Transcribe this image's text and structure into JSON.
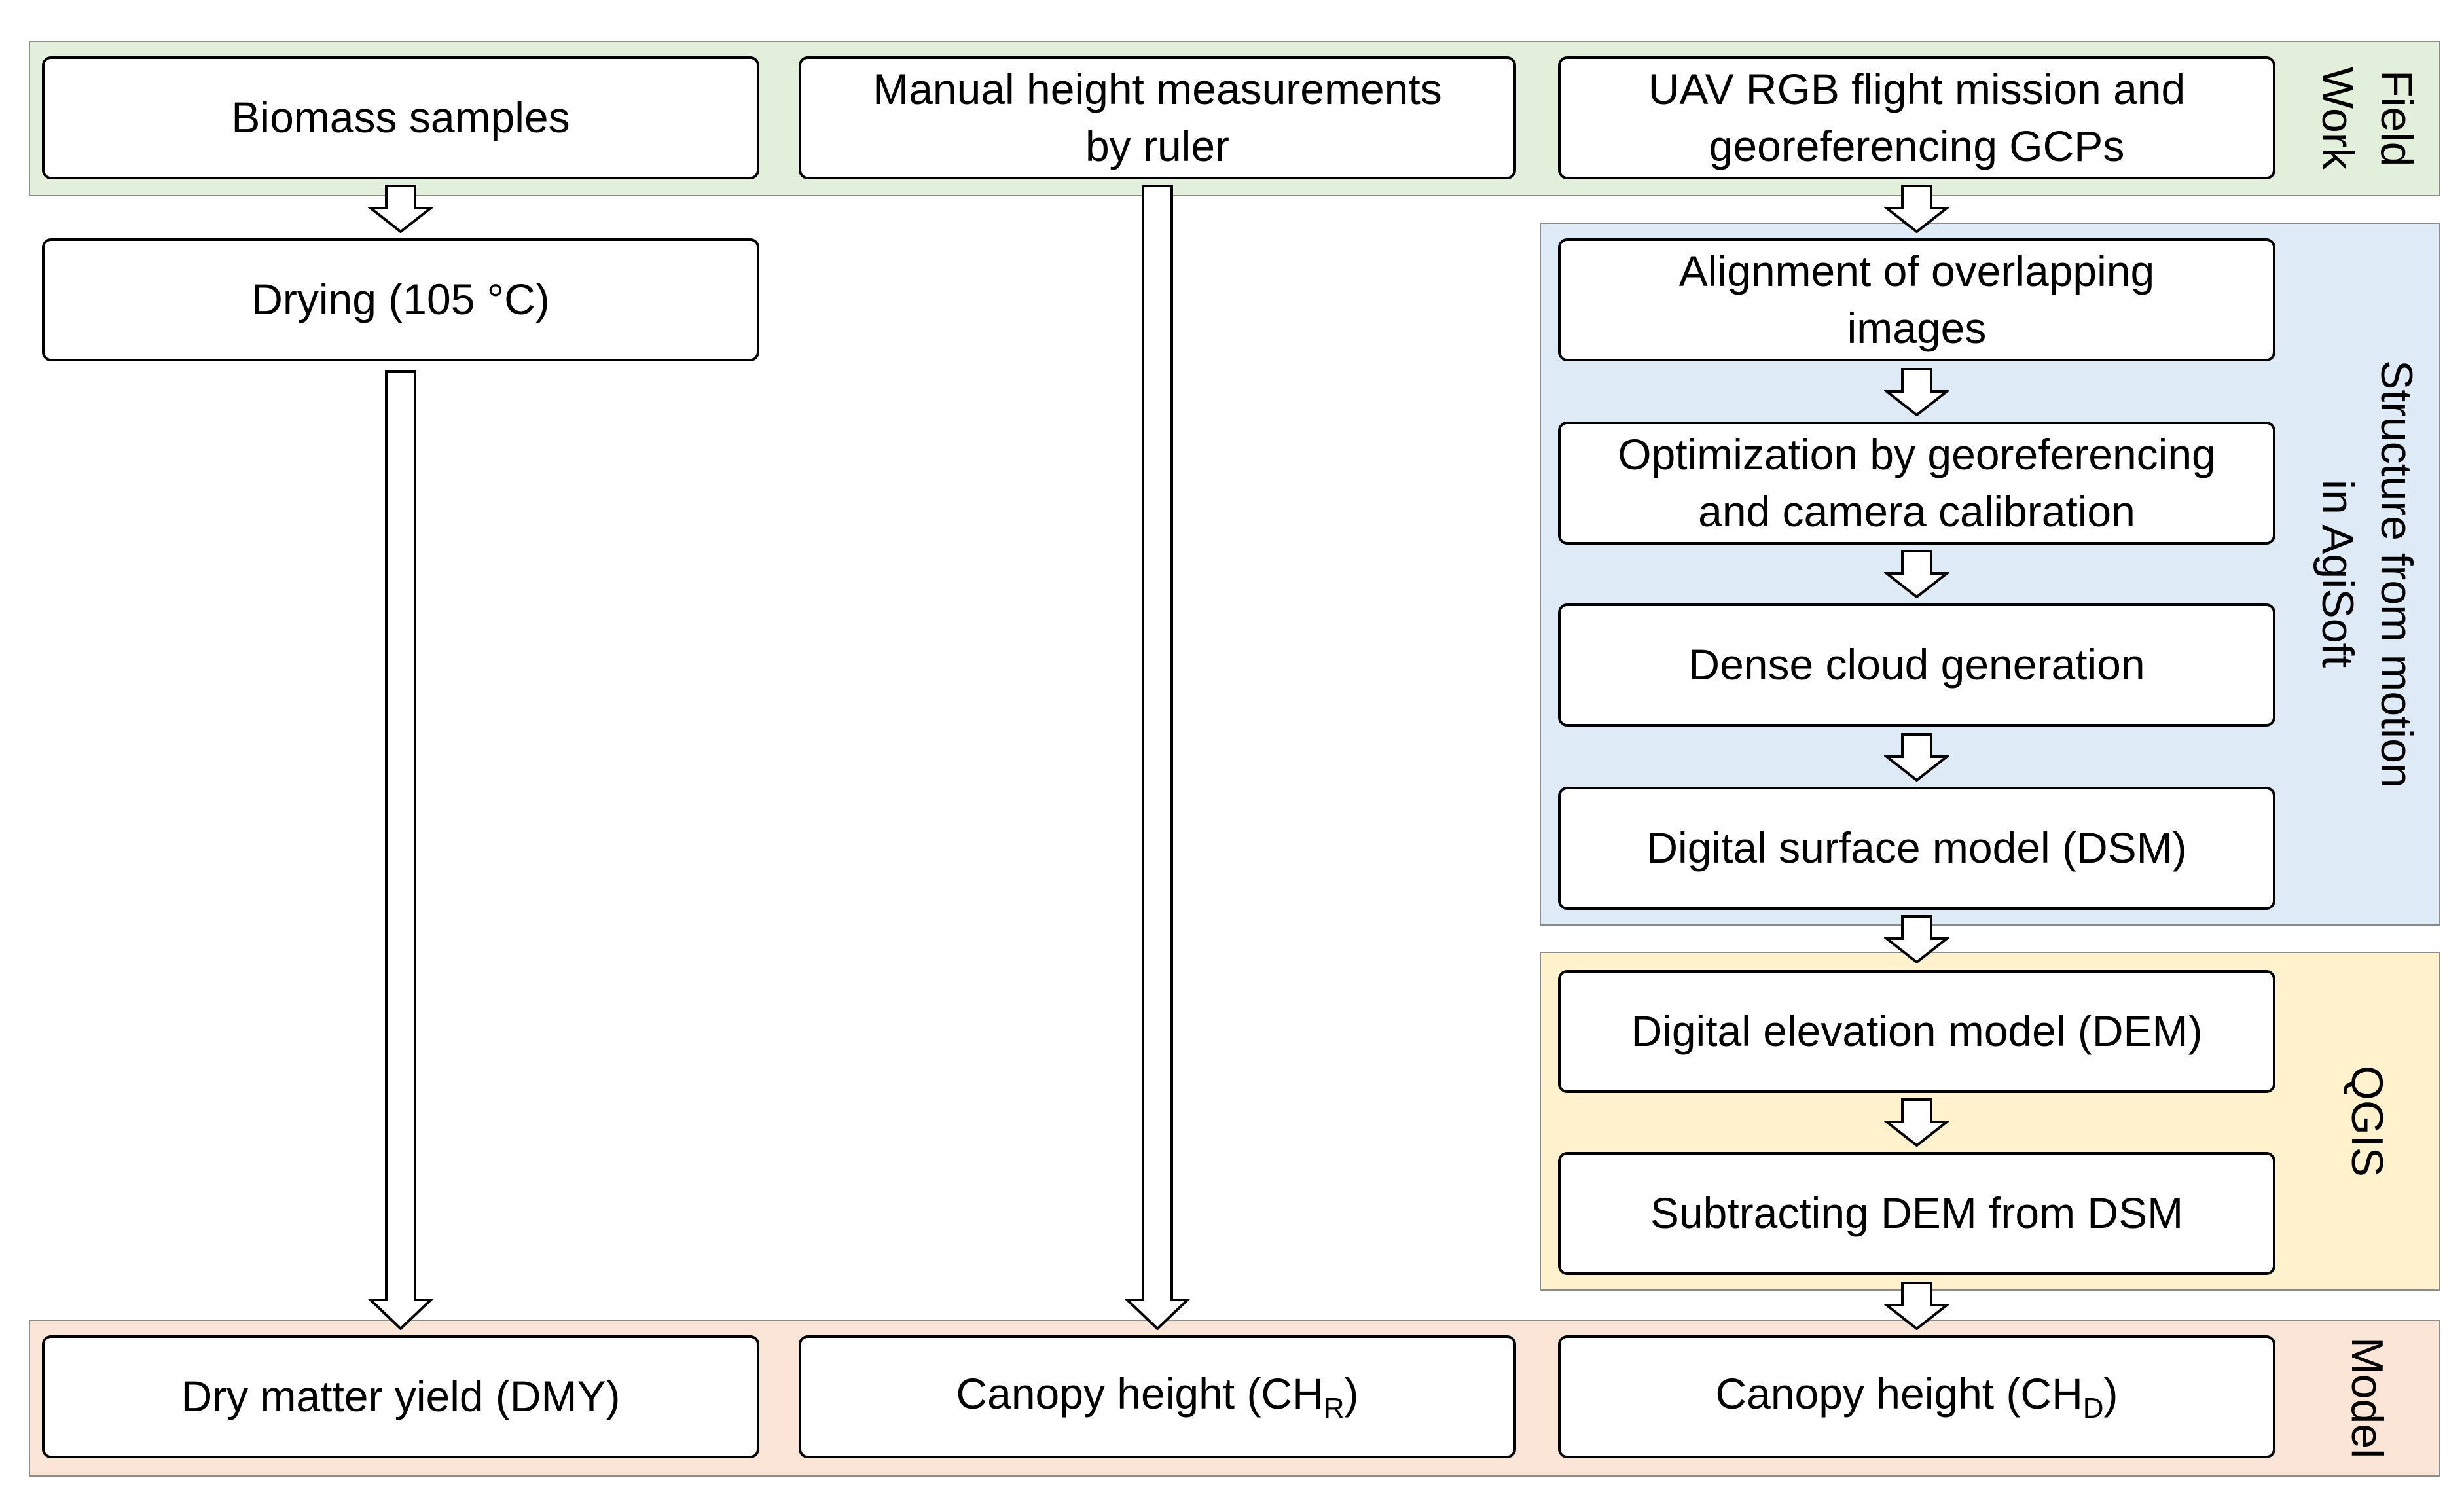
{
  "colors": {
    "field_work": "#e2efda",
    "structure_from_motion": "#deebf7",
    "qgis": "#fff2cc",
    "model": "#fbe5d6"
  },
  "sections": {
    "field_work": "Field\nWork",
    "structure_from_motion": "Structure from motion\nin AgiSoft",
    "qgis": "QGIS",
    "model": "Model"
  },
  "boxes": {
    "biomass_samples": "Biomass samples",
    "manual_height": "Manual height measurements\nby ruler",
    "uav_flight": "UAV RGB flight mission and\ngeoreferencing GCPs",
    "drying": "Drying (105 °C)",
    "alignment": "Alignment of overlapping\nimages",
    "optimization": "Optimization by georeferencing\nand camera calibration",
    "dense_cloud": "Dense cloud generation",
    "dsm": "Digital surface model (DSM)",
    "dem": "Digital elevation model (DEM)",
    "subtracting": "Subtracting DEM from DSM",
    "dmy": "Dry matter yield (DMY)",
    "ch_r": {
      "main": "Canopy height (CH",
      "sub": "R",
      "end": ")"
    },
    "ch_d": {
      "main": "Canopy height (CH",
      "sub": "D",
      "end": ")"
    }
  }
}
